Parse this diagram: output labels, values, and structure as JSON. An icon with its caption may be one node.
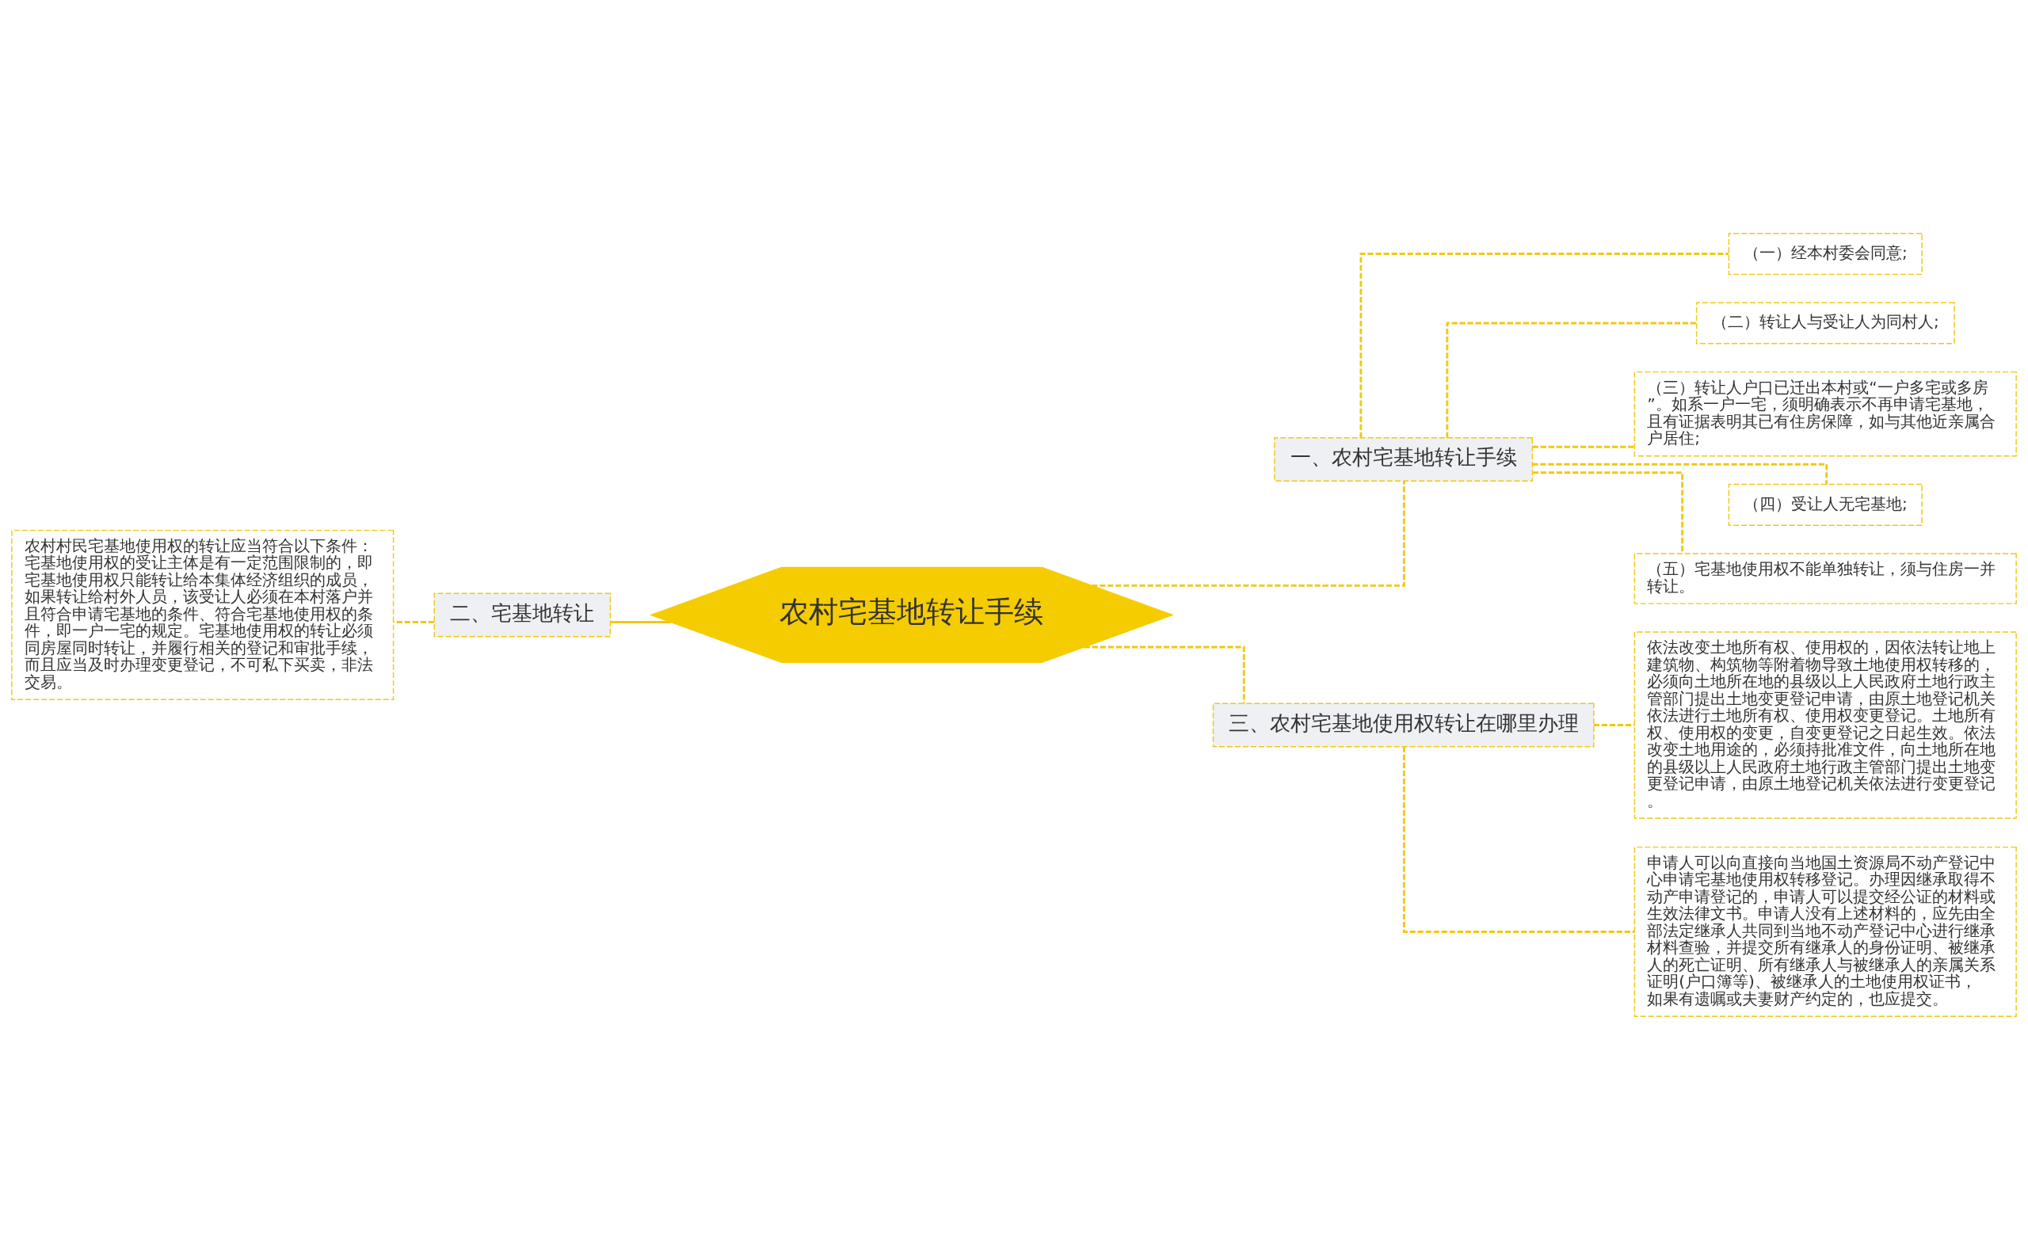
{
  "diagram": {
    "nodes": [
      {
        "text": [
          "农村宅基地转让手续"
        ]
      },
      {
        "text": [
          "一、农村宅基地转让手续"
        ]
      },
      {
        "text": [
          "（一）经本村委会同意;"
        ]
      },
      {
        "text": [
          "（二）转让人与受让人为同村人;"
        ]
      },
      {
        "text": [
          "（三）转让人户口已迁出本村或“一户多宅或多房”。如系一户一宅，须明确表示不再申请宅基地，且有证据表明其已有住房保障，如与其他近亲属合户居住;"
        ]
      },
      {
        "text": [
          "（四）受让人无宅基地;"
        ]
      },
      {
        "text": [
          "（五）宅基地使用权不能单独转让，须与住房一并转让。"
        ]
      },
      {
        "text": [
          "二、宅基地转让"
        ]
      },
      {
        "text": [
          "农村村民宅基地使用权的转让应当符合以下条件：宅基地使用权的受让主体是有一定范围限制的，即宅基地使用权只能转让给本集体经济组织的成员，如果转让给村外人员，该受让人必须在本村落户并且符合申请宅基地的条件、符合宅基地使用权的条件，即一户一宅的规定。宅基地使用权的转让必须同房屋同时转让，并履行相关的登记和审批手续，而且应当及时办理变更登记，不可私下买卖，非法交易。"
        ]
      },
      {
        "text": [
          "三、农村宅基地使用权转让在哪里办理"
        ]
      },
      {
        "text": [
          "依法改变土地所有权、使用权的，因依法转让地上建筑物、构筑物等附着物导致土地使用权转移的，必须向土地所在地的县级以上人民政府土地行政主管部门提出土地变更登记申请，由原土地登记机关依法进行土地所有权、使用权变更登记。土地所有权、使用权的变更，自变更登记之日起生效。依法改变土地用途的，必须持批准文件，向土地所在地的县级以上人民政府土地行政主管部门提出土地变更登记申请，由原土地登记机关依法进行变更登记。"
        ]
      },
      {
        "text": [
          "申请人可以向直接向当地国土资源局不动产登记中心申请宅基地使用权转移登记。办理因继承取得不动产申请登记的，申请人可以提交经公证的材料或生效法律文书。申请人没有上述材料的，应先由全部法定继承人共同到当地不动产登记中心进行继承材料查验，并提交所有继承人的身份证明、被继承人的死亡证明、所有继承人与被继承人的亲属关系证明(户口簿等)、被继承人的土地使用权证书，如果有遗嘱或夫妻财产约定的，也应提交。"
        ]
      }
    ],
    "edges": [
      {
        "from": 0,
        "to": 1,
        "arrow": "none",
        "style": "dashed"
      },
      {
        "from": 1,
        "to": 2,
        "arrow": "none",
        "style": "dashed"
      },
      {
        "from": 1,
        "to": 3,
        "arrow": "none",
        "style": "dashed"
      },
      {
        "from": 1,
        "to": 4,
        "arrow": "none",
        "style": "dashed"
      },
      {
        "from": 1,
        "to": 5,
        "arrow": "none",
        "style": "dashed"
      },
      {
        "from": 1,
        "to": 6,
        "arrow": "none",
        "style": "dashed"
      },
      {
        "from": 0,
        "to": 7,
        "arrow": "none"
      },
      {
        "from": 7,
        "to": 8,
        "arrow": "none",
        "style": "dashed"
      },
      {
        "from": 0,
        "to": 9,
        "arrow": "none",
        "style": "dashed"
      },
      {
        "from": 9,
        "to": 10,
        "arrow": "none",
        "style": "dashed"
      },
      {
        "from": 9,
        "to": 11,
        "arrow": "none",
        "style": "dashed"
      }
    ]
  }
}
